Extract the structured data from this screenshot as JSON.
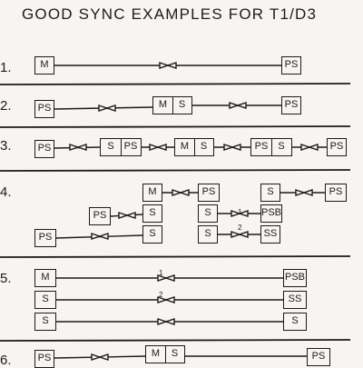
{
  "title": "GOOD SYNC EXAMPLES FOR T1/D3",
  "examples": [
    {
      "number": "1."
    },
    {
      "number": "2."
    },
    {
      "number": "3."
    },
    {
      "number": "4."
    },
    {
      "number": "5."
    },
    {
      "number": "6."
    }
  ],
  "ex1": {
    "m": "M",
    "ps": "PS"
  },
  "ex2": {
    "ps_left": "PS",
    "m": "M",
    "s": "S",
    "ps_right": "PS"
  },
  "ex3": {
    "ps1": "PS",
    "s1": "S",
    "ps2": "PS",
    "m": "M",
    "s2": "S",
    "ps3": "PS",
    "s3": "S",
    "ps4": "PS"
  },
  "ex4": {
    "m": "M",
    "ps_a": "PS",
    "s_a": "S",
    "ps_b": "PS",
    "ps_left": "PS",
    "s_mid": "S",
    "s_b": "S",
    "psb": "PSB",
    "ps_bottom": "PS",
    "s_low": "S",
    "s_c": "S",
    "ss": "SS",
    "link_1": "1",
    "link_2": "2"
  },
  "ex5": {
    "m": "M",
    "s1": "S",
    "s2": "S",
    "psb": "PSB",
    "ss": "SS",
    "s_right": "S",
    "link_1": "1",
    "link_2": "2"
  },
  "ex6": {
    "ps_left": "PS",
    "m": "M",
    "s": "S",
    "ps_right": "PS"
  }
}
